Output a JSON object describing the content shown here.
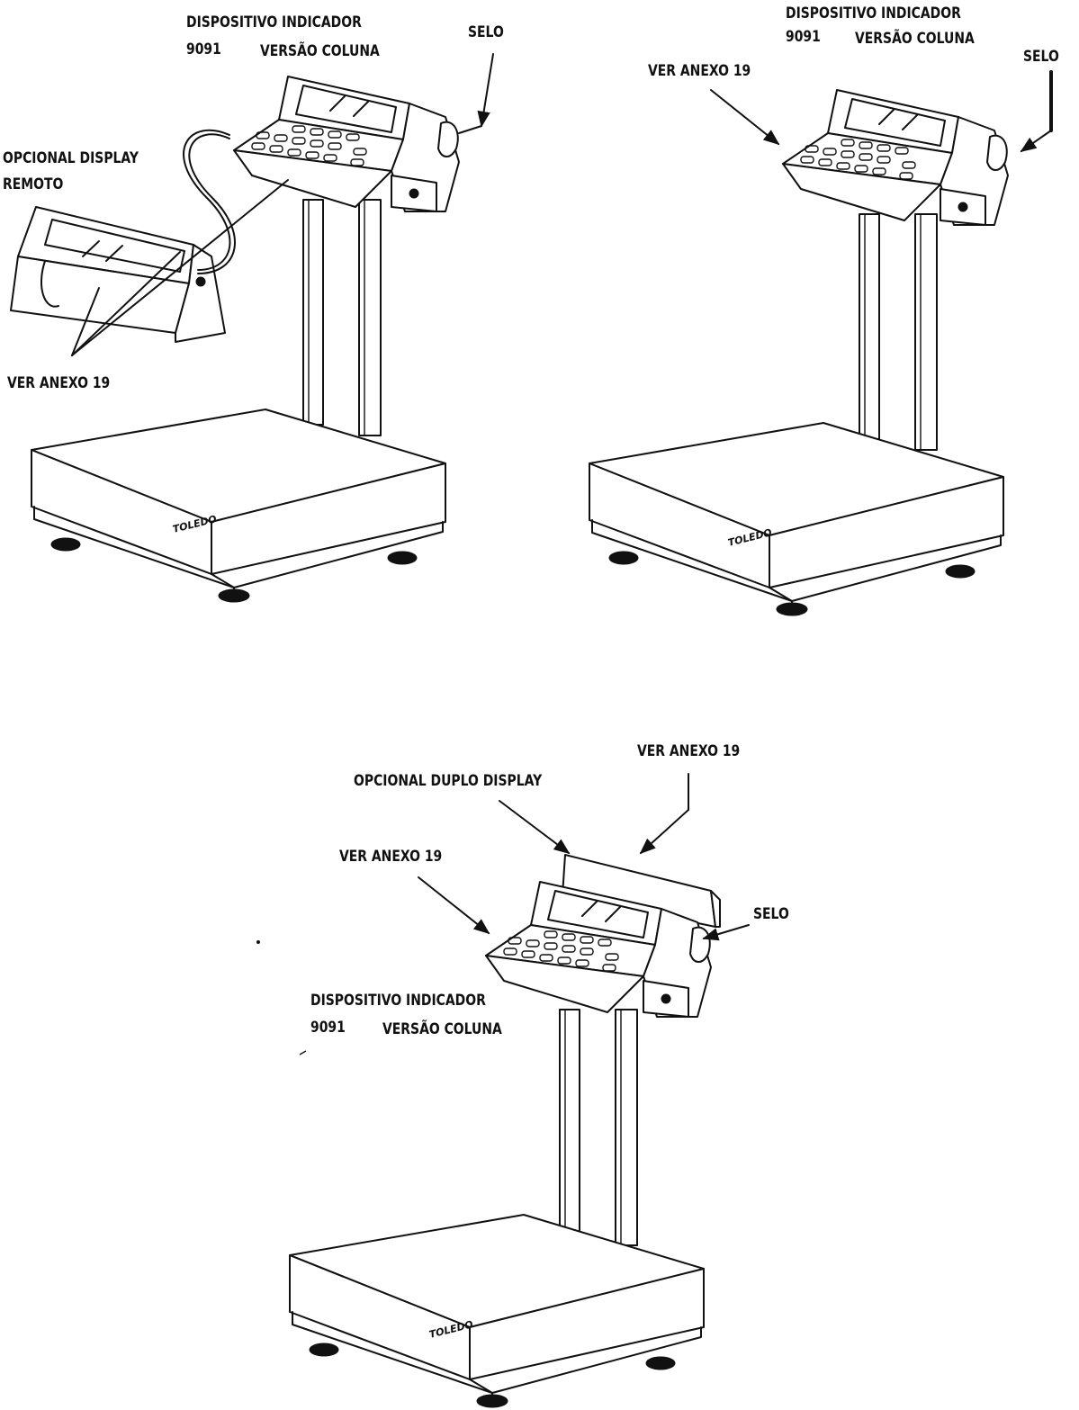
{
  "diagram": {
    "scale1": {
      "indicator_line1": "DISPOSITIVO INDICADOR",
      "indicator_line2_model": "9091",
      "indicator_line2_version": "VERSÃO COLUNA",
      "selo": "SELO",
      "remote_line1": "OPCIONAL DISPLAY",
      "remote_line2": "REMOTO",
      "annex": "VER ANEXO 19",
      "brand": "TOLEDO"
    },
    "scale2": {
      "indicator_line1": "DISPOSITIVO INDICADOR",
      "indicator_line2_model": "9091",
      "indicator_line2_version": "VERSÃO COLUNA",
      "selo": "SELO",
      "annex": "VER ANEXO 19",
      "brand": "TOLEDO"
    },
    "scale3": {
      "dual_display": "OPCIONAL DUPLO DISPLAY",
      "annex_top": "VER ANEXO 19",
      "annex_left": "VER ANEXO 19",
      "selo": "SELO",
      "indicator_line1": "DISPOSITIVO INDICADOR",
      "indicator_line2_model": "9091",
      "indicator_line2_version": "VERSÃO COLUNA",
      "brand": "TOLEDO"
    }
  }
}
